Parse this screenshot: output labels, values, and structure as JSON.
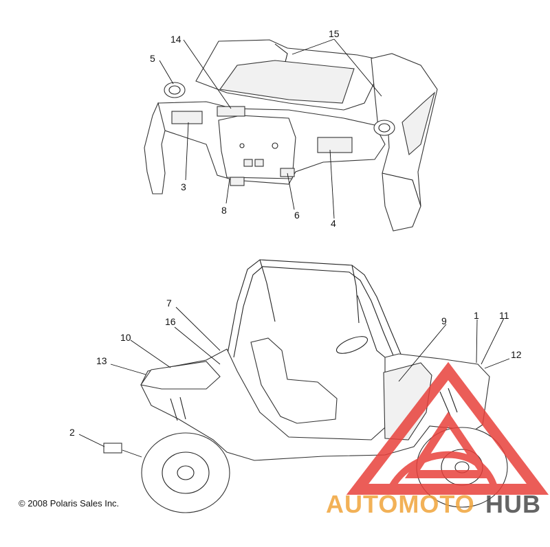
{
  "callouts": {
    "c1": "1",
    "c2": "2",
    "c3": "3",
    "c4": "4",
    "c5": "5",
    "c6": "6",
    "c7": "7",
    "c8": "8",
    "c9": "9",
    "c10": "10",
    "c11": "11",
    "c12": "12",
    "c13": "13",
    "c14": "14",
    "c15": "15",
    "c16": "16"
  },
  "copyright": "© 2008 Polaris Sales Inc.",
  "watermark": {
    "part1": "AUTOMOTO",
    "part2": "HUB",
    "color1": "#f0a43a",
    "color2": "#4a4a4a",
    "triangle_color": "#e8413c"
  }
}
